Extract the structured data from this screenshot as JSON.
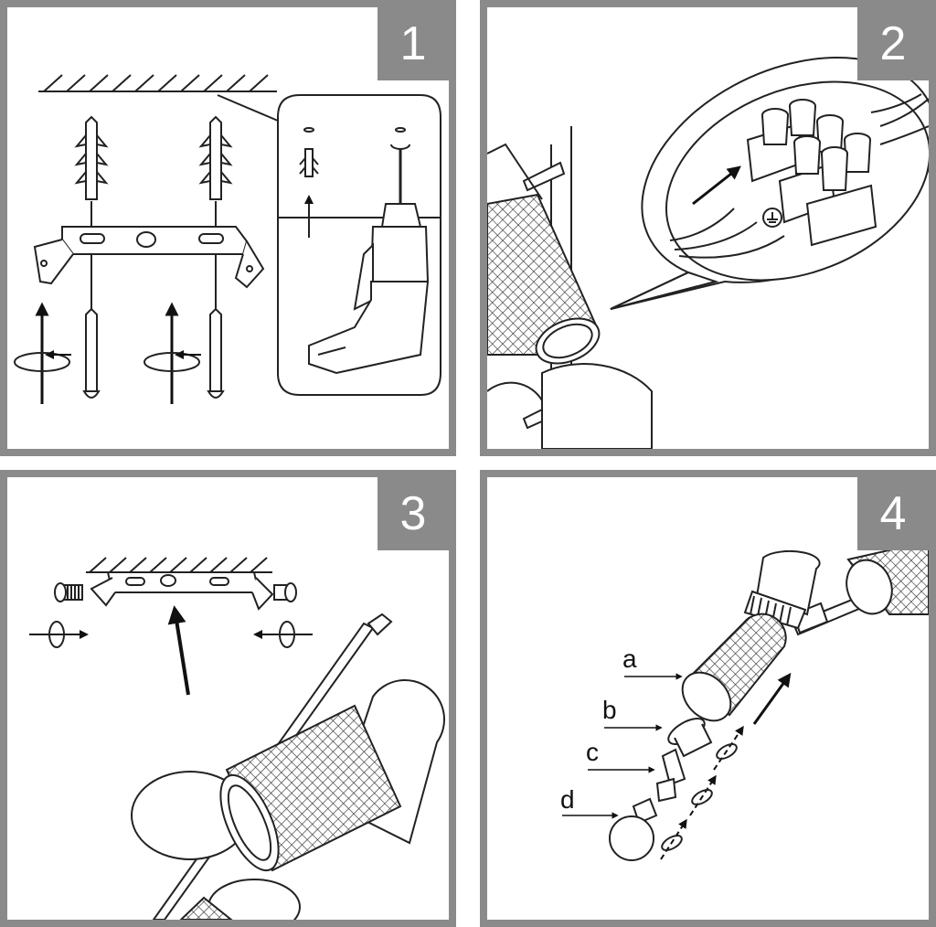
{
  "steps": [
    {
      "number": "1"
    },
    {
      "number": "2"
    },
    {
      "number": "3"
    },
    {
      "number": "4"
    }
  ],
  "parts": {
    "a": "a",
    "b": "b",
    "c": "c",
    "d": "d"
  },
  "icons": [
    "ceiling-hatch-icon",
    "wall-plug-icon",
    "mounting-bracket-icon",
    "screw-icon",
    "rotation-arrow-icon",
    "drill-icon",
    "terminal-block-icon",
    "ground-symbol-icon",
    "spotlight-icon",
    "light-bulb-icon"
  ]
}
